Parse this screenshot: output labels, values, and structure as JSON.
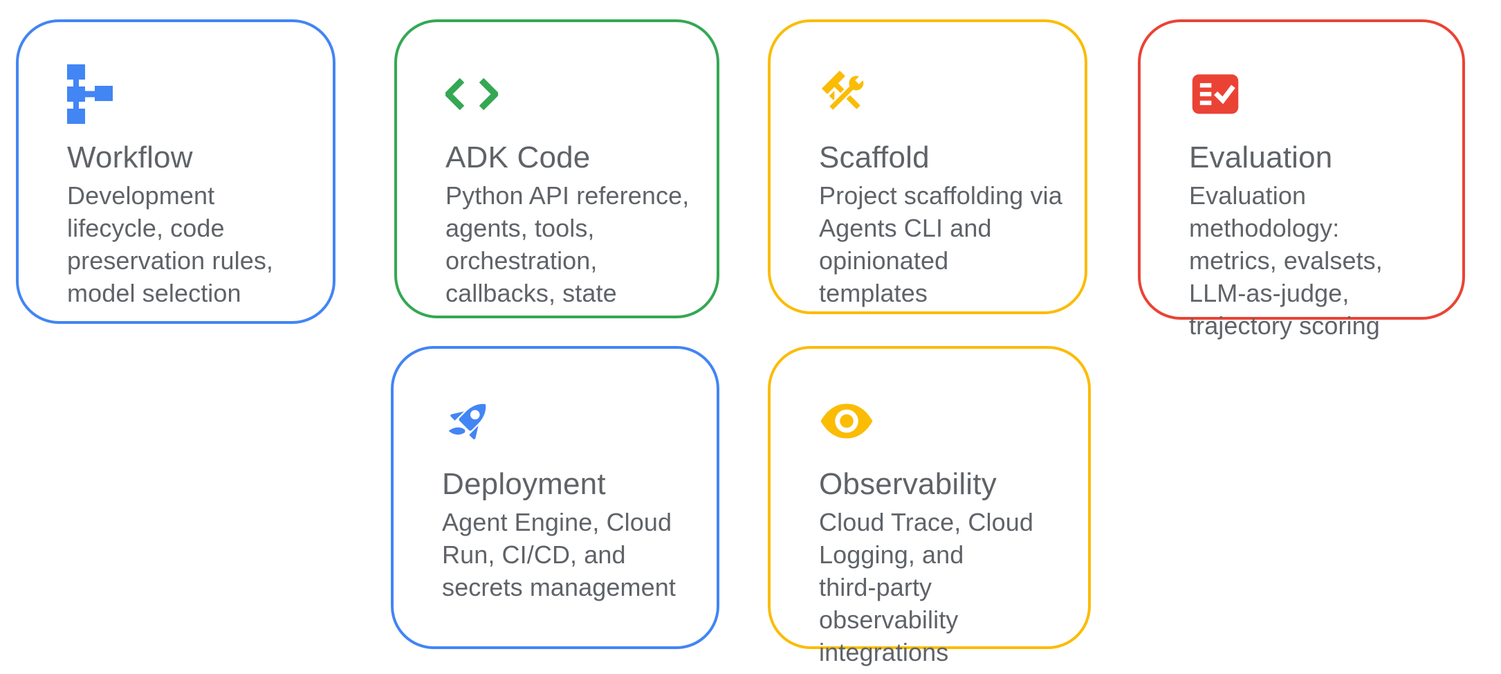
{
  "page": {
    "background_color": "#FFFFFF",
    "text_color": "#5F6368"
  },
  "palette": {
    "blue": "#4285F4",
    "green": "#34A853",
    "yellow": "#FBBC04",
    "red": "#EA4335"
  },
  "cards": [
    {
      "id": "workflow",
      "title": "Workflow",
      "description": "Development\nlifecycle, code\npreservation rules,\nmodel selection",
      "accent_color": "#4285F4",
      "icon": "flowchart-icon"
    },
    {
      "id": "adk-code",
      "title": "ADK Code",
      "description": "Python API reference,\nagents, tools,\norchestration,\ncallbacks, state",
      "accent_color": "#34A853",
      "icon": "code-brackets-icon"
    },
    {
      "id": "scaffold",
      "title": "Scaffold",
      "description": "Project scaffolding via\nAgents CLI and\nopinionated\ntemplates",
      "accent_color": "#FBBC04",
      "icon": "hammer-wrench-icon"
    },
    {
      "id": "evaluation",
      "title": "Evaluation",
      "description": "Evaluation\nmethodology:\nmetrics, evalsets,\nLLM-as-judge,\ntrajectory scoring",
      "accent_color": "#EA4335",
      "icon": "checklist-check-icon"
    },
    {
      "id": "deployment",
      "title": "Deployment",
      "description": "Agent Engine, Cloud\nRun, CI/CD, and\nsecrets management",
      "accent_color": "#4285F4",
      "icon": "rocket-icon"
    },
    {
      "id": "observability",
      "title": "Observability",
      "description": "Cloud Trace, Cloud\nLogging, and\nthird-party\nobservability\nintegrations",
      "accent_color": "#FBBC04",
      "icon": "eye-icon"
    }
  ]
}
